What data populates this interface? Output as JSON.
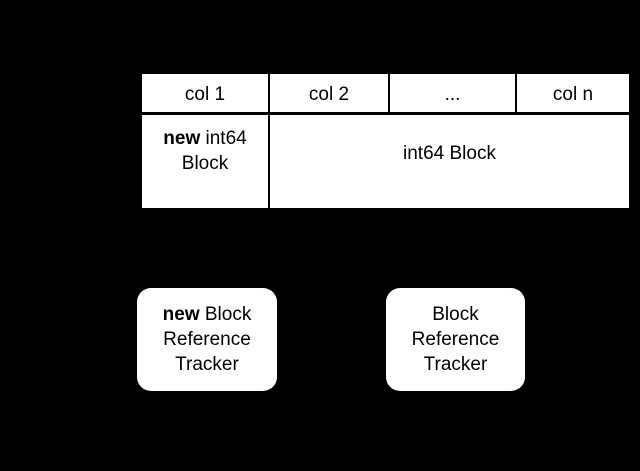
{
  "figure": {
    "background_color": "#000000",
    "foreground_color": "#ffffff",
    "text_color": "#000000"
  },
  "table": {
    "headers": [
      {
        "label": "col 1"
      },
      {
        "label": "col 2"
      },
      {
        "label": "..."
      },
      {
        "label": "col n"
      }
    ],
    "body": {
      "first_cell": {
        "emphasis": "new",
        "rest_line1": " int64",
        "line2": "Block"
      },
      "merged_cell": {
        "label": "int64 Block"
      }
    }
  },
  "trackers": [
    {
      "emphasis": "new",
      "line1_rest": " Block",
      "line2": "Reference",
      "line3": "Tracker"
    },
    {
      "emphasis": "",
      "line1_rest": "Block",
      "line2": "Reference",
      "line3": "Tracker"
    }
  ]
}
